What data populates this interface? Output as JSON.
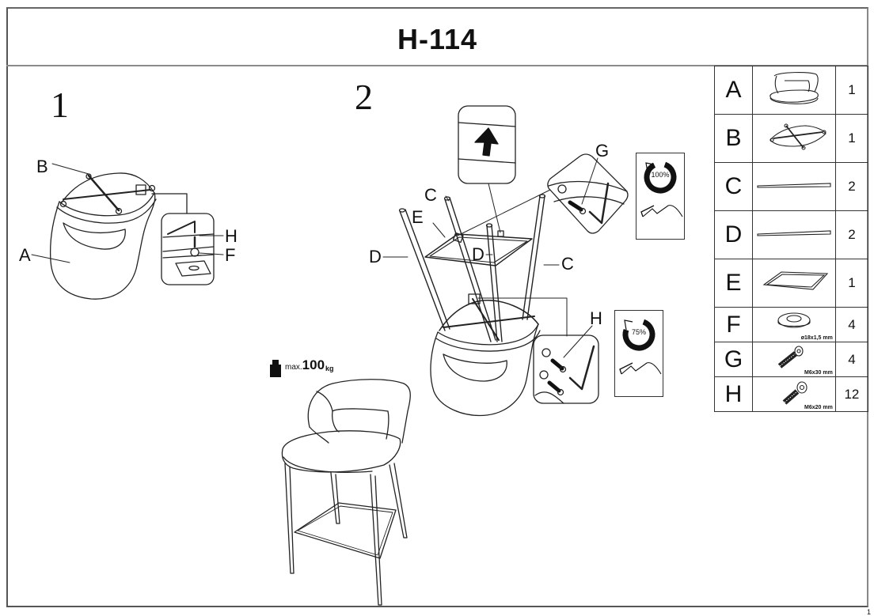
{
  "document": {
    "title": "H-114",
    "page_number": "1"
  },
  "steps": [
    {
      "number": "1",
      "labels": {
        "part_b": "B",
        "part_a": "A",
        "screw_h": "H",
        "washer_f": "F"
      }
    },
    {
      "number": "2",
      "labels": {
        "leg_c_left": "C",
        "frame_e": "E",
        "leg_d_left": "D",
        "leg_d_center": "D",
        "leg_c_right": "C",
        "screw_g": "G",
        "screw_h": "H"
      },
      "torque_steps": [
        {
          "percent_label": "100%",
          "percent": 100
        },
        {
          "percent_label": "75%",
          "percent": 75
        }
      ]
    }
  ],
  "max_load": {
    "prefix": "max.",
    "value": "100",
    "unit": "kg"
  },
  "parts": [
    {
      "letter": "A",
      "icon": "seat-shell-icon",
      "qty": "1",
      "spec": ""
    },
    {
      "letter": "B",
      "icon": "seat-base-frame-icon",
      "qty": "1",
      "spec": ""
    },
    {
      "letter": "C",
      "icon": "leg-c-icon",
      "qty": "2",
      "spec": ""
    },
    {
      "letter": "D",
      "icon": "leg-d-icon",
      "qty": "2",
      "spec": ""
    },
    {
      "letter": "E",
      "icon": "footrest-frame-icon",
      "qty": "1",
      "spec": ""
    },
    {
      "letter": "F",
      "icon": "washer-icon",
      "qty": "4",
      "spec": "ø18x1,5 mm"
    },
    {
      "letter": "G",
      "icon": "bolt-icon",
      "qty": "4",
      "spec": "M6x30 mm"
    },
    {
      "letter": "H",
      "icon": "bolt-icon",
      "qty": "12",
      "spec": "M6x20 mm"
    }
  ],
  "colors": {
    "ink": "#111111",
    "frame": "#555555",
    "divider": "#8a8a8a"
  }
}
